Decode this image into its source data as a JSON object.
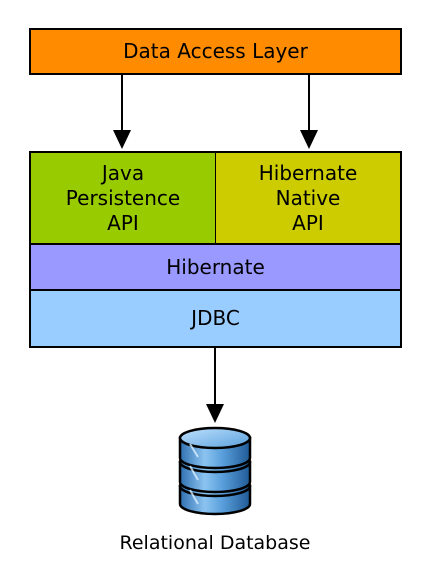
{
  "layers": {
    "data_access": "Data Access Layer",
    "jpa": "Java\nPersistence\nAPI",
    "hibernate_native": "Hibernate\nNative\nAPI",
    "hibernate": "Hibernate",
    "jdbc": "JDBC"
  },
  "database": {
    "label": "Relational Database",
    "icon": "database-icon"
  },
  "colors": {
    "data_access": "#ff8c00",
    "jpa": "#99cc00",
    "hibernate_native": "#cccc00",
    "hibernate": "#9999ff",
    "jdbc": "#99ccff",
    "database": "#5aa0dc"
  }
}
